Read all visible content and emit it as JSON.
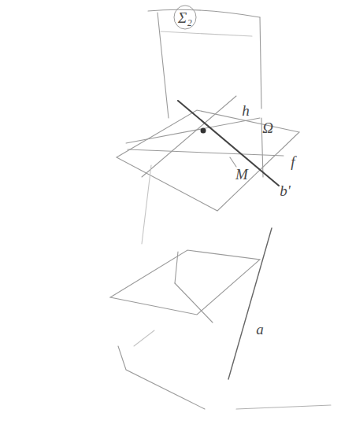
{
  "diagram": {
    "labels": [
      "Σ₂",
      "h",
      "Ω",
      "f",
      "b'",
      "M",
      "a"
    ]
  }
}
